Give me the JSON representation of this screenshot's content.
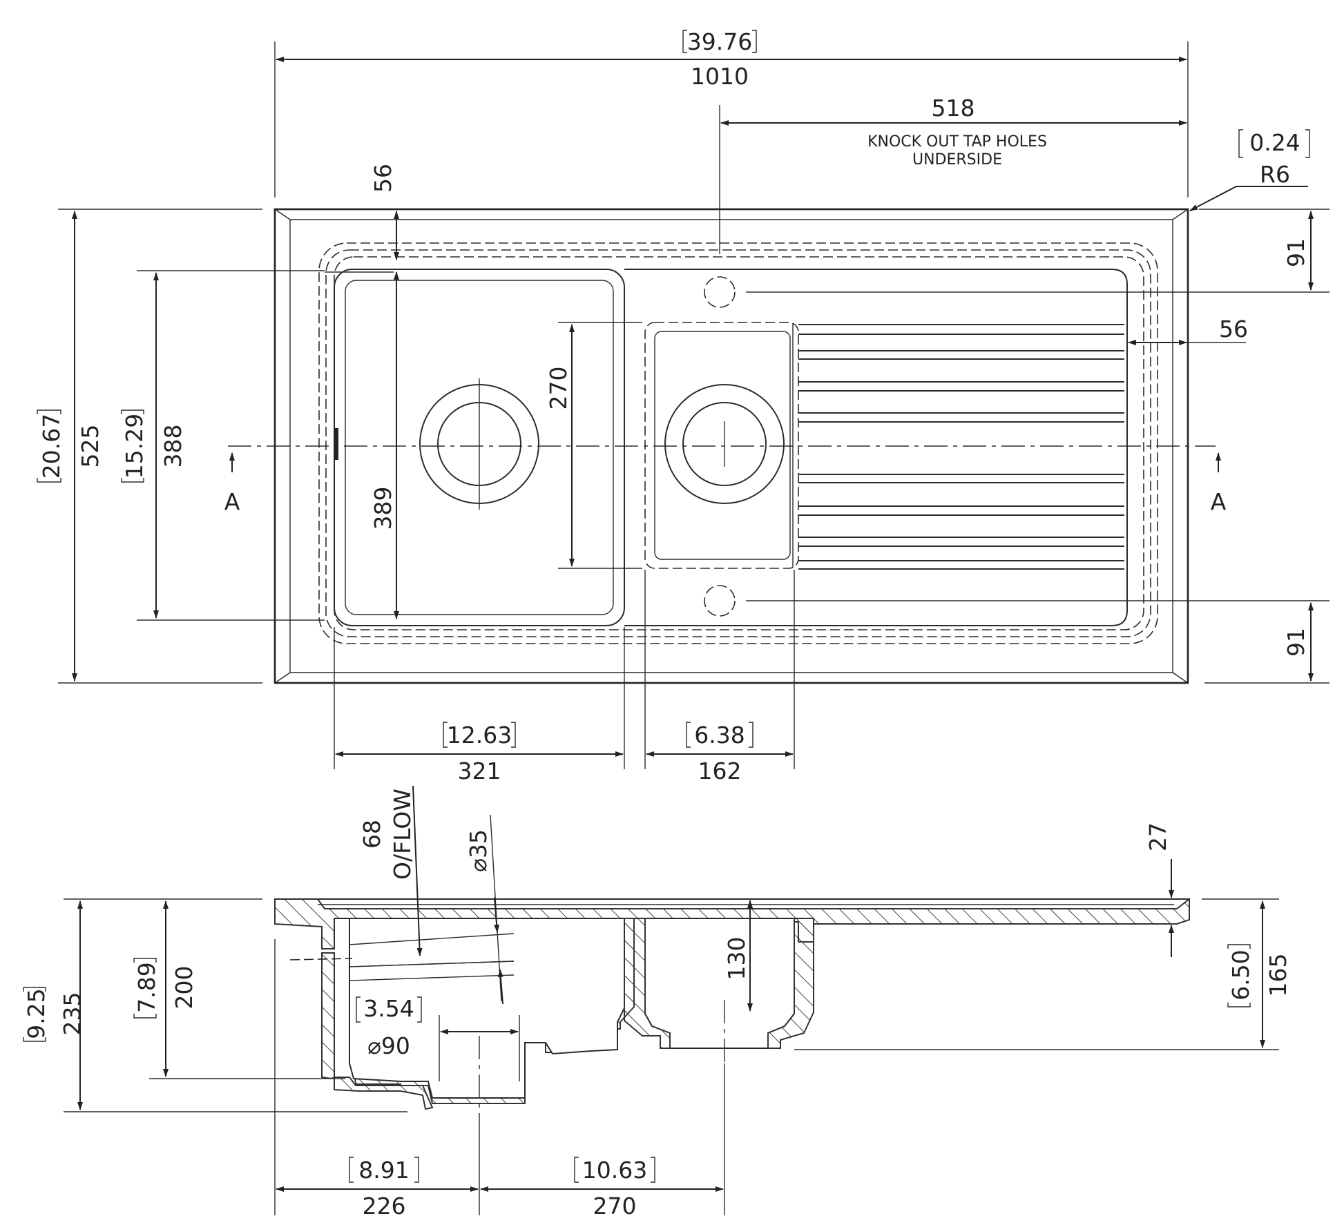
{
  "plan": {
    "overall_width_in": "39.76",
    "overall_width_mm": "1010",
    "tap_hole_offset": "518",
    "note_line1": "KNOCK OUT TAP HOLES",
    "note_line2": "UNDERSIDE",
    "corner_radius_in": "0.24",
    "corner_radius": "R6",
    "top_margin": "56",
    "right_margin": "56",
    "tap_top": "91",
    "tap_bottom": "91",
    "overall_depth_in": "20.67",
    "overall_depth_mm": "525",
    "bowl_depth_in": "15.29",
    "bowl_depth_mm": "388",
    "main_bowl_length": "389",
    "half_bowl_length": "270",
    "section_left": "A",
    "section_right": "A",
    "main_bowl_width_in": "12.63",
    "main_bowl_width_mm": "321",
    "half_bowl_width_in": "6.38",
    "half_bowl_width_mm": "162"
  },
  "section": {
    "overflow_dim": "68",
    "overflow_label": "O/FLOW",
    "overflow_dia": "⌀35",
    "drainer_step": "27",
    "half_bowl_depth": "130",
    "outlet_dia_in": "3.54",
    "outlet_dia_mm": "⌀90",
    "overall_height_in": "9.25",
    "overall_height_mm": "235",
    "bowl_height_in": "7.89",
    "bowl_height_mm": "200",
    "drainer_height_in": "6.50",
    "drainer_height_mm": "165",
    "waste_offset_in": "8.91",
    "waste_offset_mm": "226",
    "waste_spacing_in": "10.63",
    "waste_spacing_mm": "270"
  }
}
